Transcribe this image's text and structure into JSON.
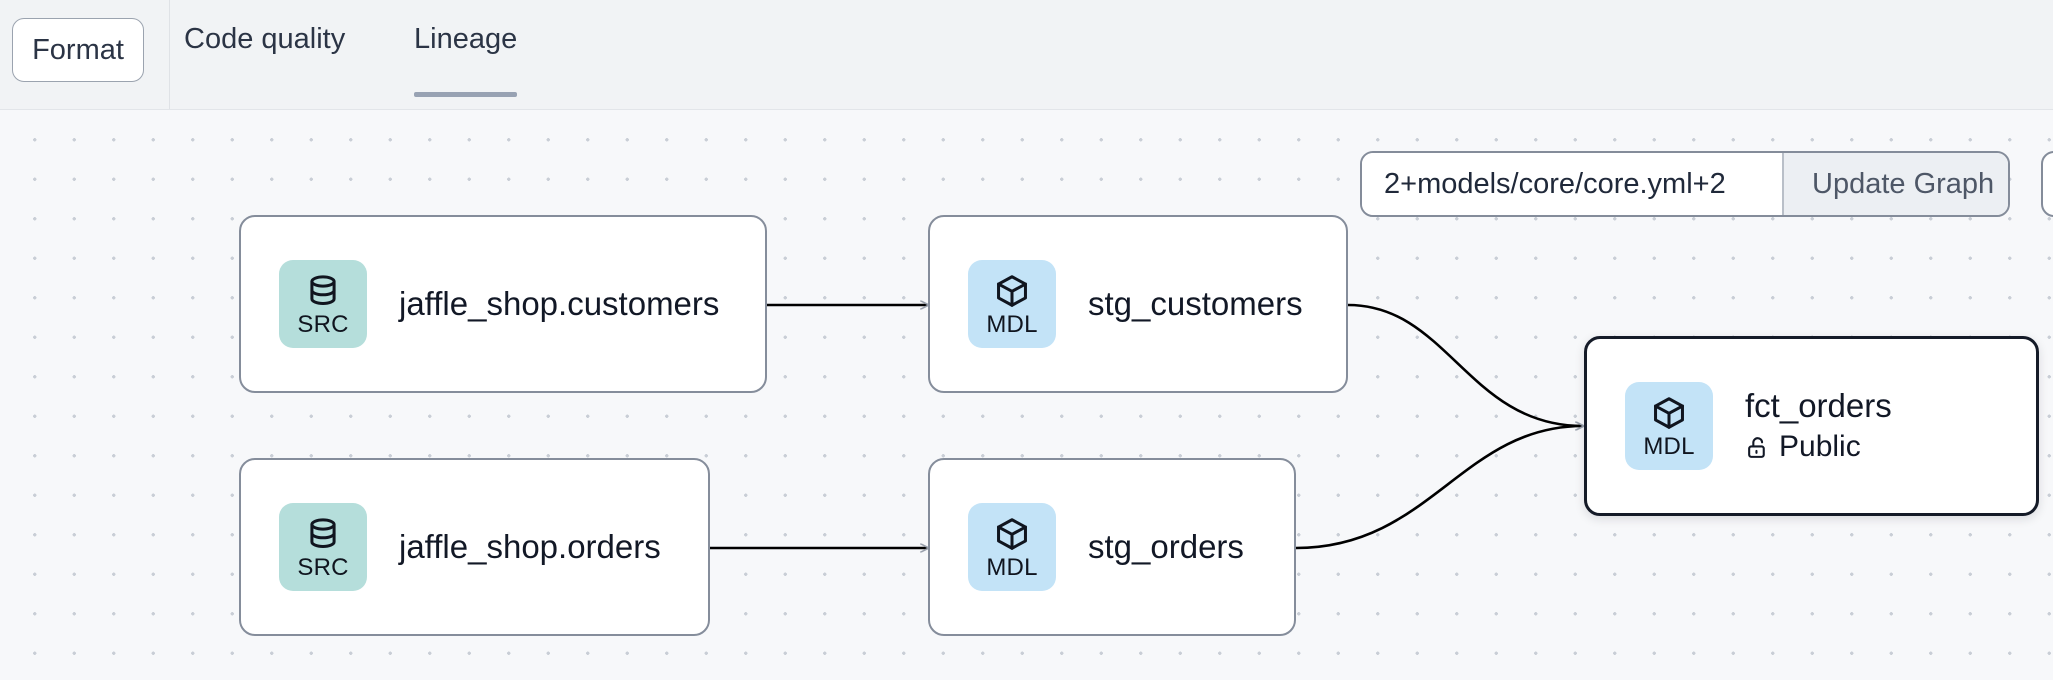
{
  "toolbar": {
    "format_label": "Format",
    "tabs": [
      {
        "label": "Code quality",
        "active": false
      },
      {
        "label": "Lineage",
        "active": true
      }
    ]
  },
  "graph_control": {
    "selector_value": "2+models/core/core.yml+2",
    "selector_placeholder": "model selector",
    "update_label": "Update Graph"
  },
  "lineage": {
    "nodes": [
      {
        "id": "jaffle_shop_customers",
        "title": "jaffle_shop.customers",
        "badge": "SRC",
        "badge_kind": "src",
        "icon": "database-icon",
        "subtitle": "",
        "selected": false
      },
      {
        "id": "stg_customers",
        "title": "stg_customers",
        "badge": "MDL",
        "badge_kind": "mdl",
        "icon": "cube-icon",
        "subtitle": "",
        "selected": false
      },
      {
        "id": "jaffle_shop_orders",
        "title": "jaffle_shop.orders",
        "badge": "SRC",
        "badge_kind": "src",
        "icon": "database-icon",
        "subtitle": "",
        "selected": false
      },
      {
        "id": "stg_orders",
        "title": "stg_orders",
        "badge": "MDL",
        "badge_kind": "mdl",
        "icon": "cube-icon",
        "subtitle": "",
        "selected": false
      },
      {
        "id": "fct_orders",
        "title": "fct_orders",
        "badge": "MDL",
        "badge_kind": "mdl",
        "icon": "cube-icon",
        "subtitle": "Public",
        "subtitle_icon": "unlock-icon",
        "selected": true
      }
    ],
    "edges": [
      {
        "from": "jaffle_shop_customers",
        "to": "stg_customers"
      },
      {
        "from": "jaffle_shop_orders",
        "to": "stg_orders"
      },
      {
        "from": "stg_customers",
        "to": "fct_orders"
      },
      {
        "from": "stg_orders",
        "to": "fct_orders"
      }
    ]
  },
  "colors": {
    "canvas_bg": "#f7f8fa",
    "toolbar_bg": "#f1f3f5",
    "src_badge": "#b5dedb",
    "mdl_badge": "#c3e3f7",
    "node_border": "#858d9b",
    "selected_border": "#151b28",
    "edge_stroke": "#000000",
    "tab_underline": "#98a2b3"
  }
}
